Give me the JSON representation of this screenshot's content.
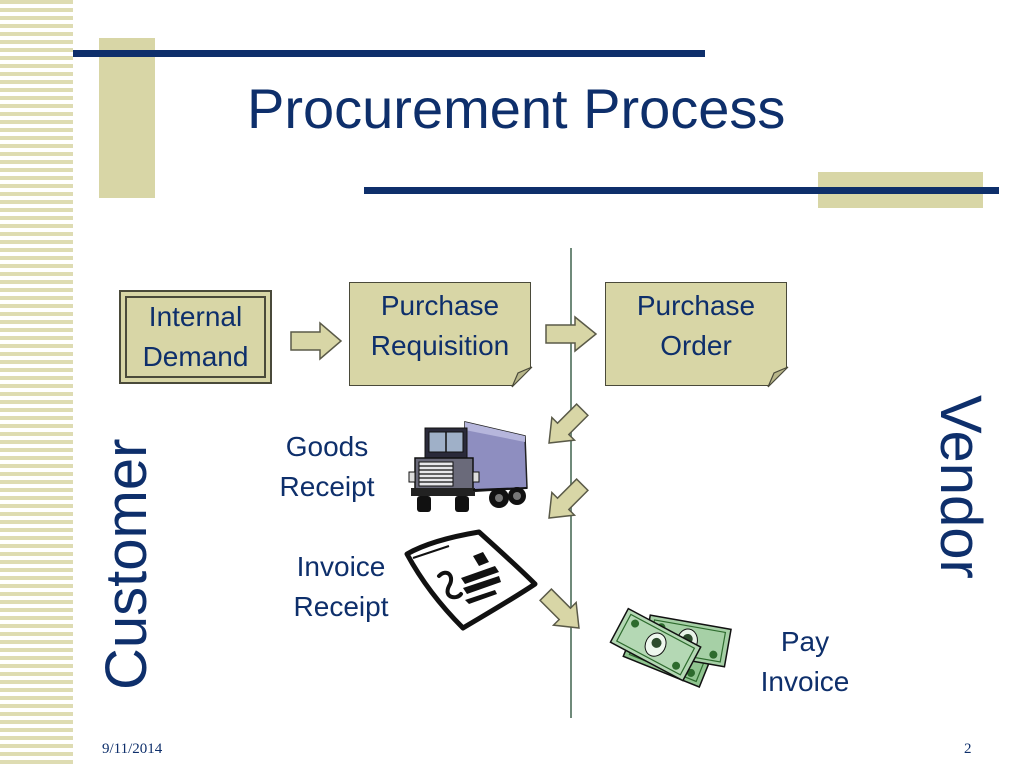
{
  "slide": {
    "title": "Procurement Process",
    "date": "9/11/2014",
    "page_number": "2"
  },
  "diagram": {
    "boxes": {
      "internal_demand": [
        "Internal",
        "Demand"
      ],
      "purchase_requisition": [
        "Purchase",
        "Requisition"
      ],
      "purchase_order": [
        "Purchase",
        "Order"
      ]
    },
    "steps": {
      "goods_receipt": [
        "Goods",
        "Receipt"
      ],
      "invoice_receipt": [
        "Invoice",
        "Receipt"
      ],
      "pay_invoice": [
        "Pay",
        "Invoice"
      ]
    },
    "sides": {
      "left": "Customer",
      "right": "Vendor"
    },
    "icons": [
      "truck-icon",
      "invoice-document-icon",
      "money-icon",
      "arrow-icon"
    ]
  },
  "colors": {
    "navy": "#0e2f6b",
    "khaki": "#d8d6a6",
    "stripe": "#dedcb2"
  }
}
